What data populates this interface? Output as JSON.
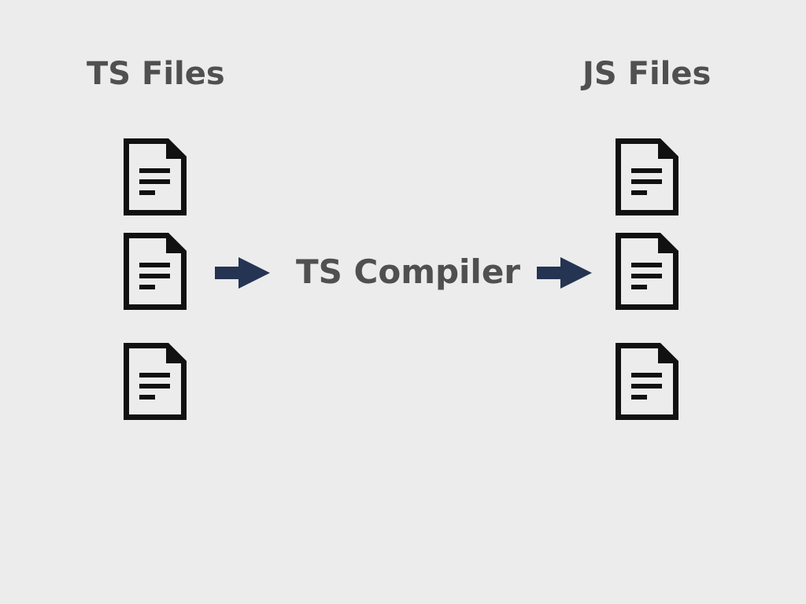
{
  "diagram": {
    "left_column": {
      "title": "TS Files",
      "file_count": 3
    },
    "right_column": {
      "title": "JS Files",
      "file_count": 3
    },
    "compiler": {
      "label": "TS Compiler"
    }
  },
  "icons": {
    "file": "document-icon",
    "arrow": "arrow-right-icon"
  },
  "colors": {
    "background": "#ececec",
    "text": "#505050",
    "icon": "#111111",
    "arrow": "#253452"
  }
}
